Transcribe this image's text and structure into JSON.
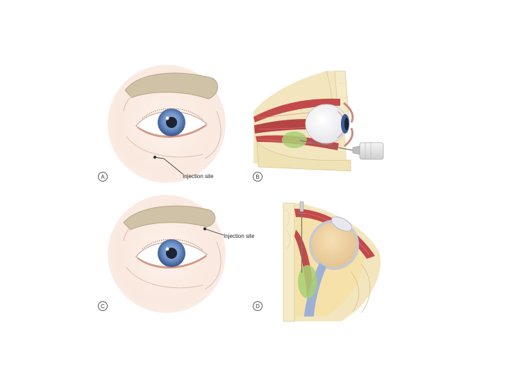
{
  "panels": [
    {
      "id": "A",
      "letter": "A",
      "label": "Injection site"
    },
    {
      "id": "B",
      "letter": "B"
    },
    {
      "id": "C",
      "letter": "C",
      "label": "Injection site"
    },
    {
      "id": "D",
      "letter": "D"
    }
  ],
  "colors": {
    "skin_light": "#fbeee6",
    "skin_edge": "#f2d8cc",
    "brow": "#cfc2a6",
    "iris": "#6f93c8",
    "muscle": "#c24a4a",
    "bone": "#efe2b4",
    "anesthetic": "#a9cf74",
    "nerve": "#9fb0d6"
  }
}
